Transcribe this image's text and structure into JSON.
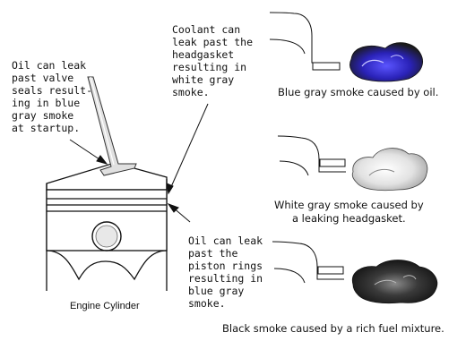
{
  "labels": {
    "oil_valve": "Oil can leak\npast valve\nseals result-\ning in blue\ngray smoke\nat startup.",
    "coolant": "Coolant can\nleak past the\nheadgasket\nresulting in\nwhite gray\nsmoke.",
    "oil_rings": "Oil can leak\npast the\npiston rings\nresulting in\nblue gray\nsmoke.",
    "engine": "Engine Cylinder"
  },
  "captions": {
    "blue": "Blue gray smoke caused by oil.",
    "white": "White gray smoke caused by\na leaking headgasket.",
    "black": "Black smoke caused by a rich fuel mixture."
  },
  "colors": {
    "blue_smoke": "#3a2fc0",
    "white_smoke": "#c9c9c9",
    "black_smoke": "#2c2c2c",
    "line": "#111111"
  }
}
